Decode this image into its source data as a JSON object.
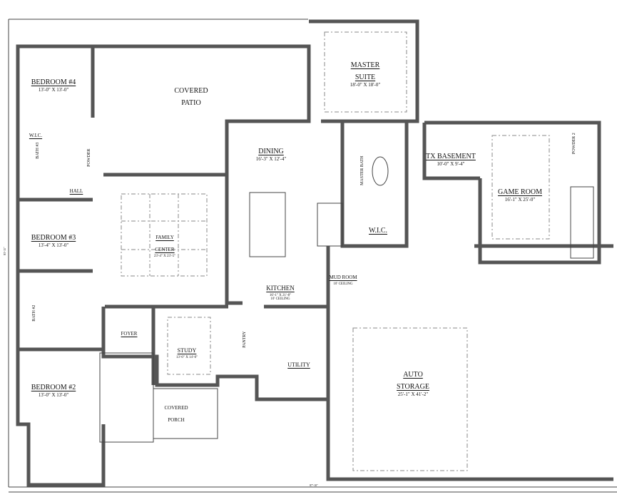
{
  "plan": {
    "overall_width_dim": "87'-10\"",
    "overall_depth_dim": "83'-11\"",
    "rooms": {
      "bedroom4": {
        "name": "BEDROOM #4",
        "dim": "13'-0\" X 13'-0\""
      },
      "covered_patio": {
        "name": "COVERED PATIO"
      },
      "master_suite": {
        "name": "MASTER SUITE",
        "dim": "18'-0\" X 18'-0\""
      },
      "dining": {
        "name": "DINING",
        "dim": "16'-3\" X 12'-4\""
      },
      "wic_bath3": {
        "name": "W.I.C."
      },
      "bath3": {
        "name": "BATH #3"
      },
      "powder": {
        "name": "POWDER"
      },
      "hall": {
        "name": "HALL"
      },
      "bedroom3": {
        "name": "BEDROOM #3",
        "dim": "13'-4\" X 13'-0\""
      },
      "family_center": {
        "name": "FAMILY CENTER",
        "dim": "23'-4\" X 23'-5\""
      },
      "master_bath": {
        "name": "MASTER BATH"
      },
      "master_wic": {
        "name": "W.I.C."
      },
      "tx_basement": {
        "name": "TX BASEMENT",
        "dim": "10'-0\" X 9'-4\""
      },
      "game_room": {
        "name": "GAME ROOM",
        "dim": "16'-1\" X 25'-0\""
      },
      "powder2": {
        "name": "POWDER 2"
      },
      "mud_room": {
        "name": "MUD ROOM",
        "dim": "10' CEILING"
      },
      "kitchen": {
        "name": "KITCHEN",
        "dim": "16'-1\" X 21'-8\"",
        "note": "10' CEILING"
      },
      "bath2": {
        "name": "BATH #2"
      },
      "foyer": {
        "name": "FOYER"
      },
      "study": {
        "name": "STUDY",
        "dim": "13'-0\" X 14'-0\""
      },
      "pantry": {
        "name": "PANTRY"
      },
      "utility": {
        "name": "UTILITY"
      },
      "bedroom2": {
        "name": "BEDROOM #2",
        "dim": "13'-0\" X 13'-0\""
      },
      "covered_porch": {
        "name": "COVERED PORCH"
      },
      "auto_storage": {
        "name": "AUTO STORAGE",
        "dim": "25'-1\" X 41'-2\""
      }
    }
  }
}
